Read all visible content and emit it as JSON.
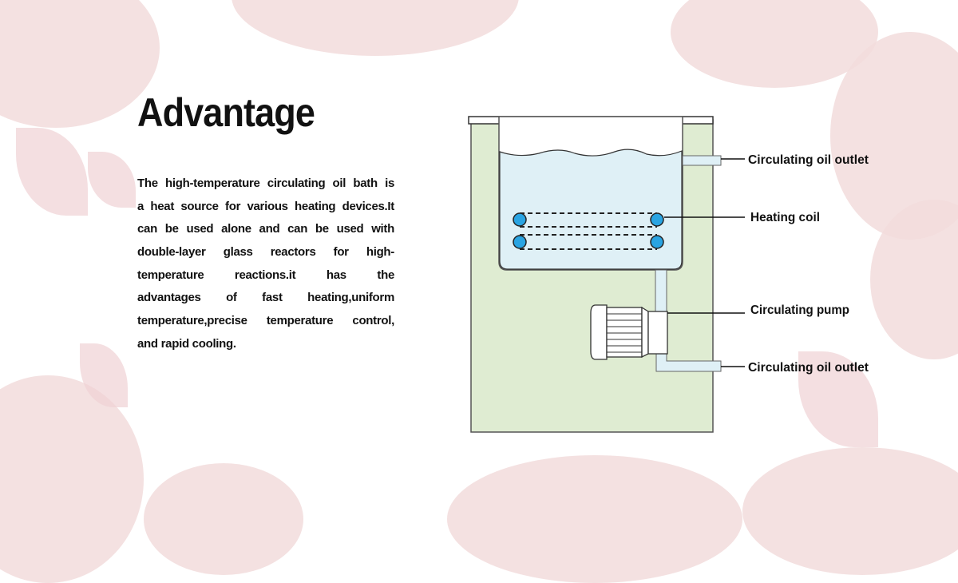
{
  "slide": {
    "title": "Advantage",
    "paragraph_lines": [
      "The high-temperature circulating oil bath is",
      "a heat source for various heating devices.It",
      "can be used alone and can be used with",
      "double-layer glass reactors for high-",
      "temperature reactions.it has the",
      "advantages of fast heating,uniform",
      "temperature,precise temperature control,",
      "and rapid cooling."
    ]
  },
  "diagram": {
    "labels": {
      "outlet_top": "Circulating oil outlet",
      "heating_coil": "Heating coil",
      "pump": "Circulating pump",
      "outlet_bottom": "Circulating oil outlet"
    },
    "colors": {
      "housing": "#dfecd2",
      "oil": "#dff0f6",
      "coil": "#2aa4e2",
      "accent_bg": "#f2dcdc"
    }
  }
}
